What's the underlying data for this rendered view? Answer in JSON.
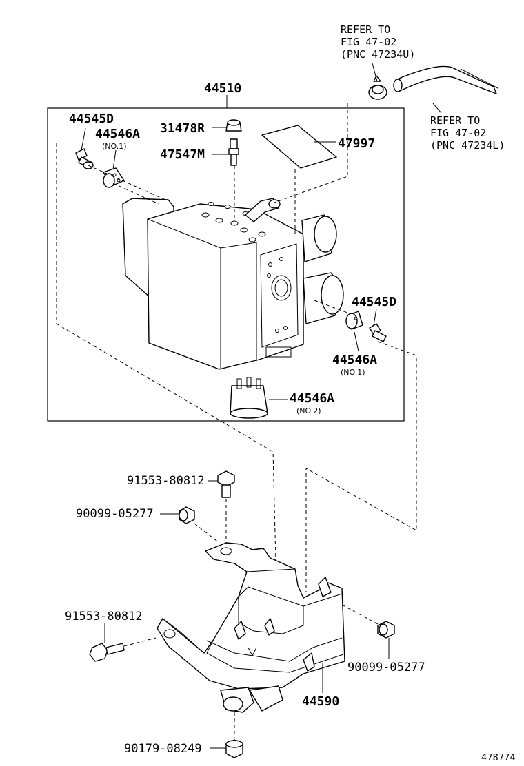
{
  "labels": {
    "assembly": "44510",
    "bolt_upper_left": "44545D",
    "cushion_upper_left": "44546A",
    "cushion_upper_left_note": "(NO.1)",
    "cap": "31478R",
    "bleeder": "47547M",
    "label_plate": "47997",
    "bolt_right": "44545D",
    "cushion_right": "44546A",
    "cushion_right_note": "(NO.1)",
    "cushion_bottom": "44546A",
    "cushion_bottom_note": "(NO.2)",
    "bolt_top": "91553-80812",
    "nut_top": "90099-05277",
    "bolt_left": "91553-80812",
    "nut_right": "90099-05277",
    "bracket": "44590",
    "nut_bottom": "90179-08249",
    "figure_id": "478774"
  },
  "refs": {
    "upper_line1": "REFER TO",
    "upper_line2": "FIG 47-02",
    "upper_line3": "(PNC 47234U)",
    "right_line1": "REFER TO",
    "right_line2": "FIG 47-02",
    "right_line3": "(PNC 47234L)"
  }
}
